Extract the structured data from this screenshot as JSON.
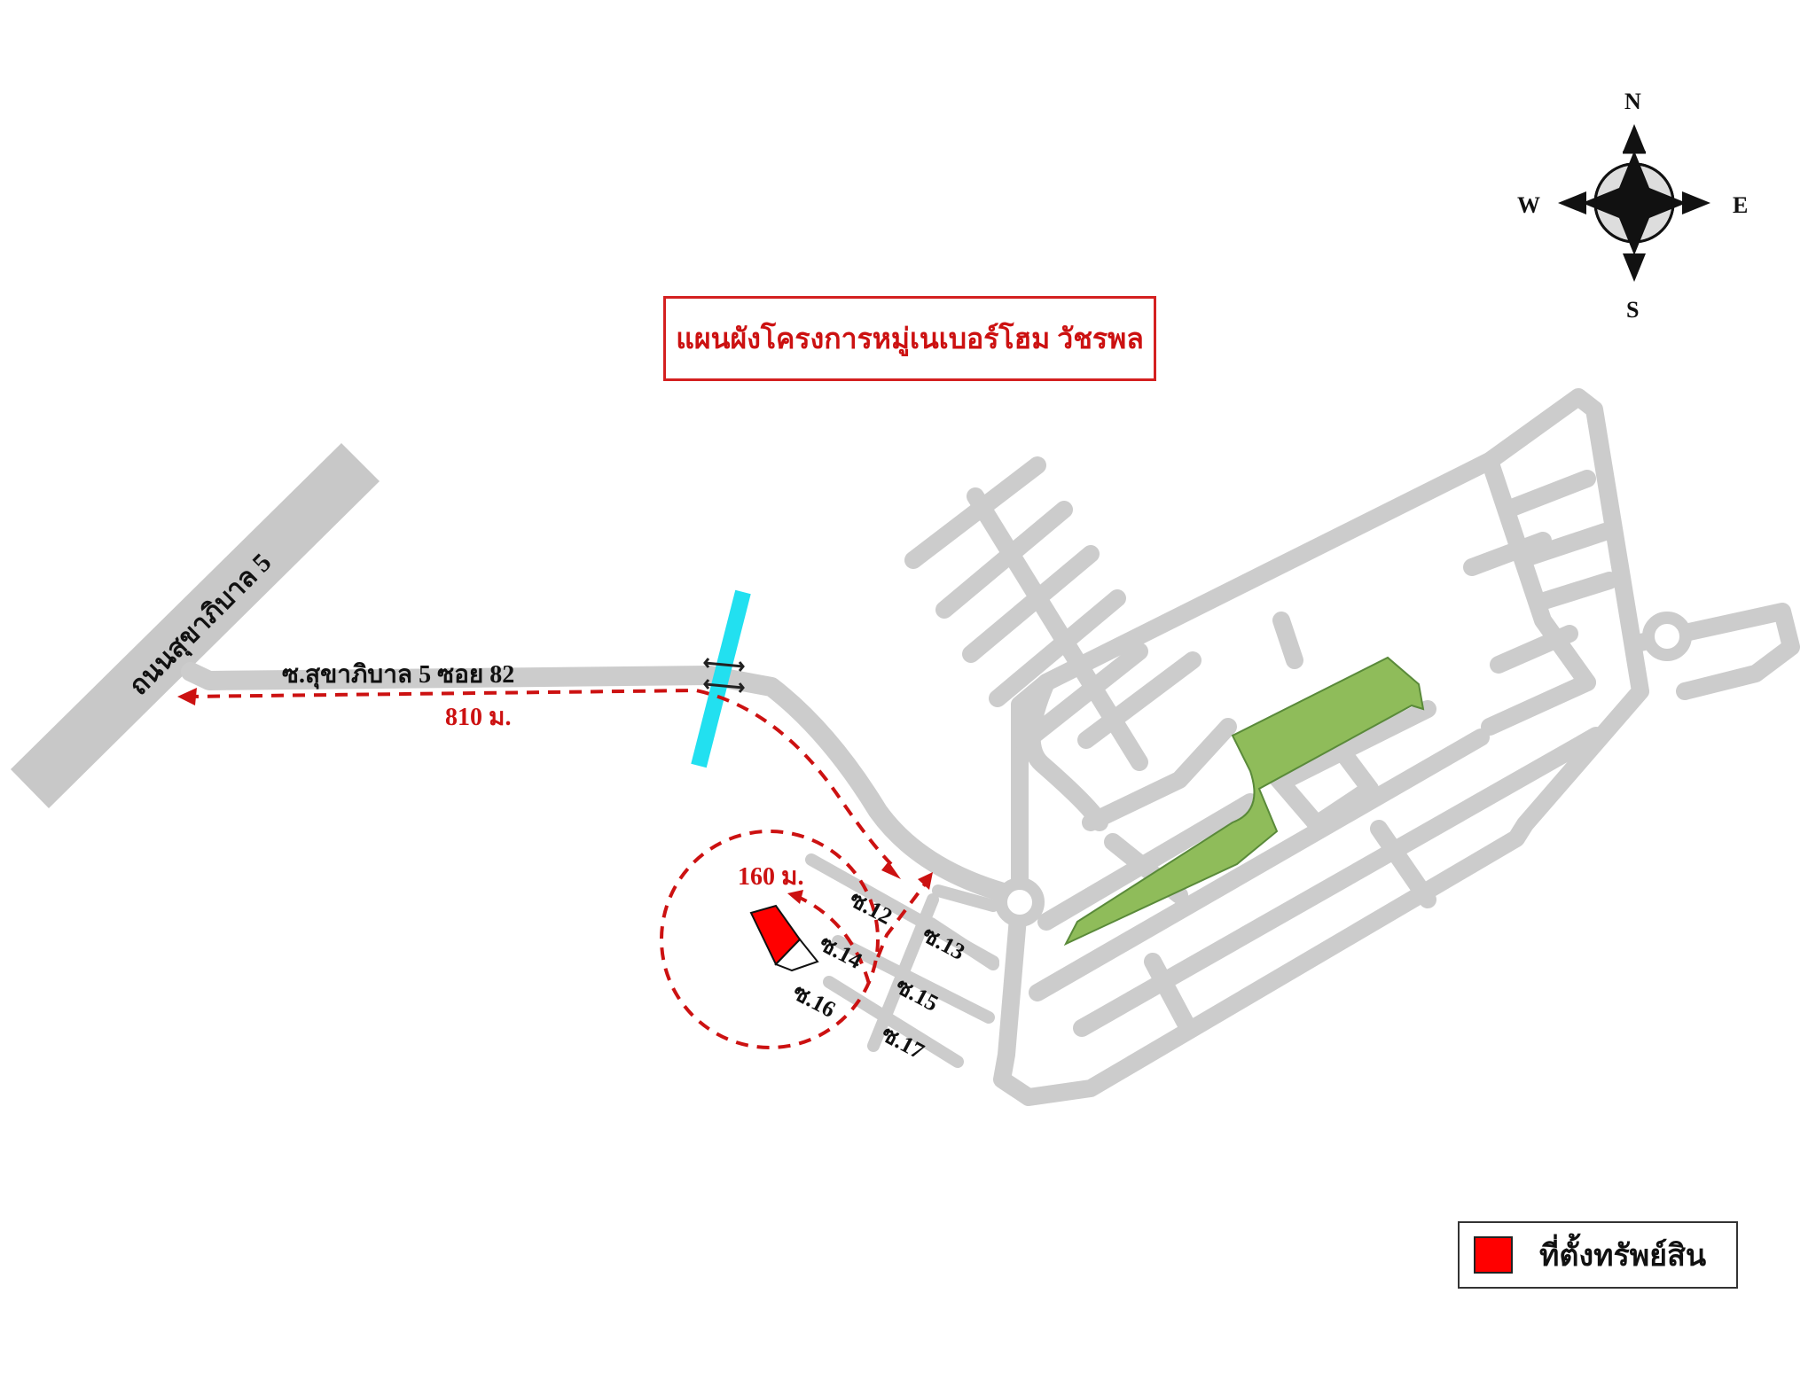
{
  "title": "แผนผังโครงการหมู่เนเบอร์โฮม วัชรพล",
  "compass": {
    "n": "N",
    "s": "S",
    "e": "E",
    "w": "W"
  },
  "roads": {
    "main_road": "ถนนสุขาภิบาล 5",
    "soi": "ซ.สุขาภิบาล 5 ซอย 82"
  },
  "distances": {
    "soi_distance": "810 ม.",
    "inner_distance": "160 ม."
  },
  "lanes": [
    "ซ.12",
    "ซ.13",
    "ซ.14",
    "ซ.15",
    "ซ.16",
    "ซ.17"
  ],
  "legend": {
    "label": "ที่ตั้งทรัพย์สิน",
    "color": "#ff0000"
  },
  "colors": {
    "road": "#cccccc",
    "main_road": "#c8c8c8",
    "route": "#cc1111",
    "canal": "#22e0f0",
    "park": "#8fbc5a",
    "property": "#ff0000"
  }
}
